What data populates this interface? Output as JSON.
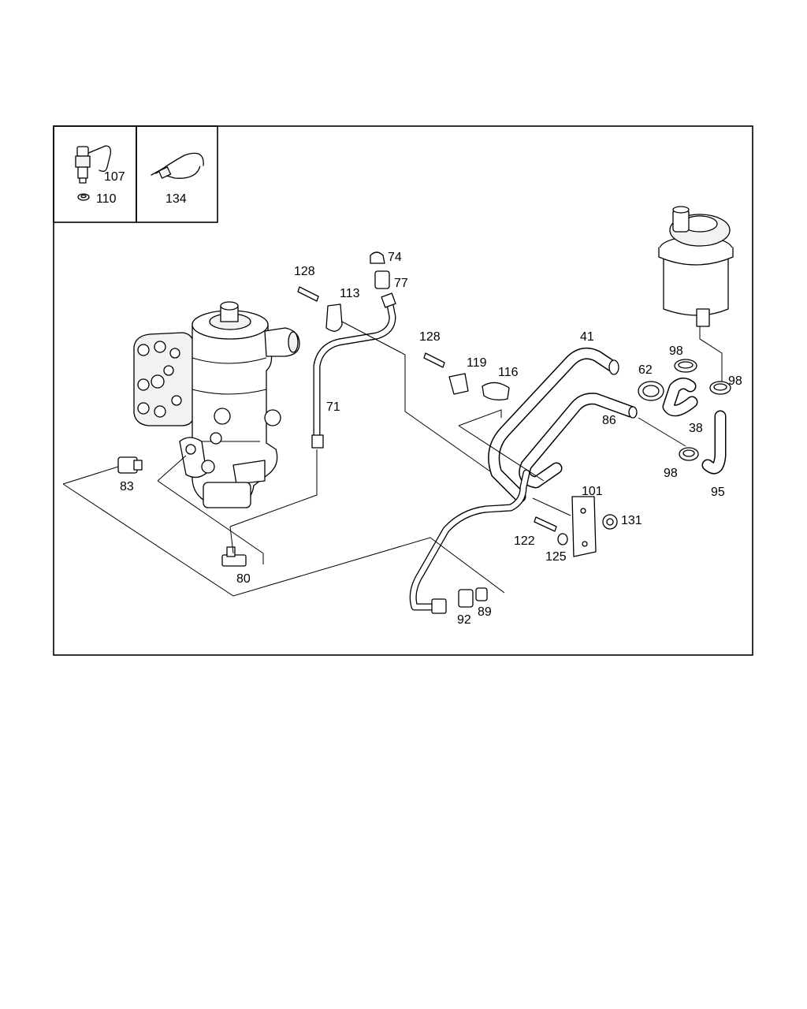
{
  "legend": {
    "cell1": {
      "labels": [
        "107",
        "110"
      ]
    },
    "cell2": {
      "labels": [
        "134"
      ]
    }
  },
  "callouts": {
    "p41": "41",
    "p38": "38",
    "p62": "62",
    "p71": "71",
    "p74": "74",
    "p77": "77",
    "p80": "80",
    "p83": "83",
    "p86": "86",
    "p89": "89",
    "p92": "92",
    "p95": "95",
    "p98a": "98",
    "p98b": "98",
    "p98c": "98",
    "p101": "101",
    "p113": "113",
    "p116": "116",
    "p119": "119",
    "p122": "122",
    "p125": "125",
    "p128a": "128",
    "p128b": "128",
    "p131": "131"
  },
  "colors": {
    "line": "#000000",
    "background": "#ffffff",
    "shade": "#f2f2f2"
  }
}
